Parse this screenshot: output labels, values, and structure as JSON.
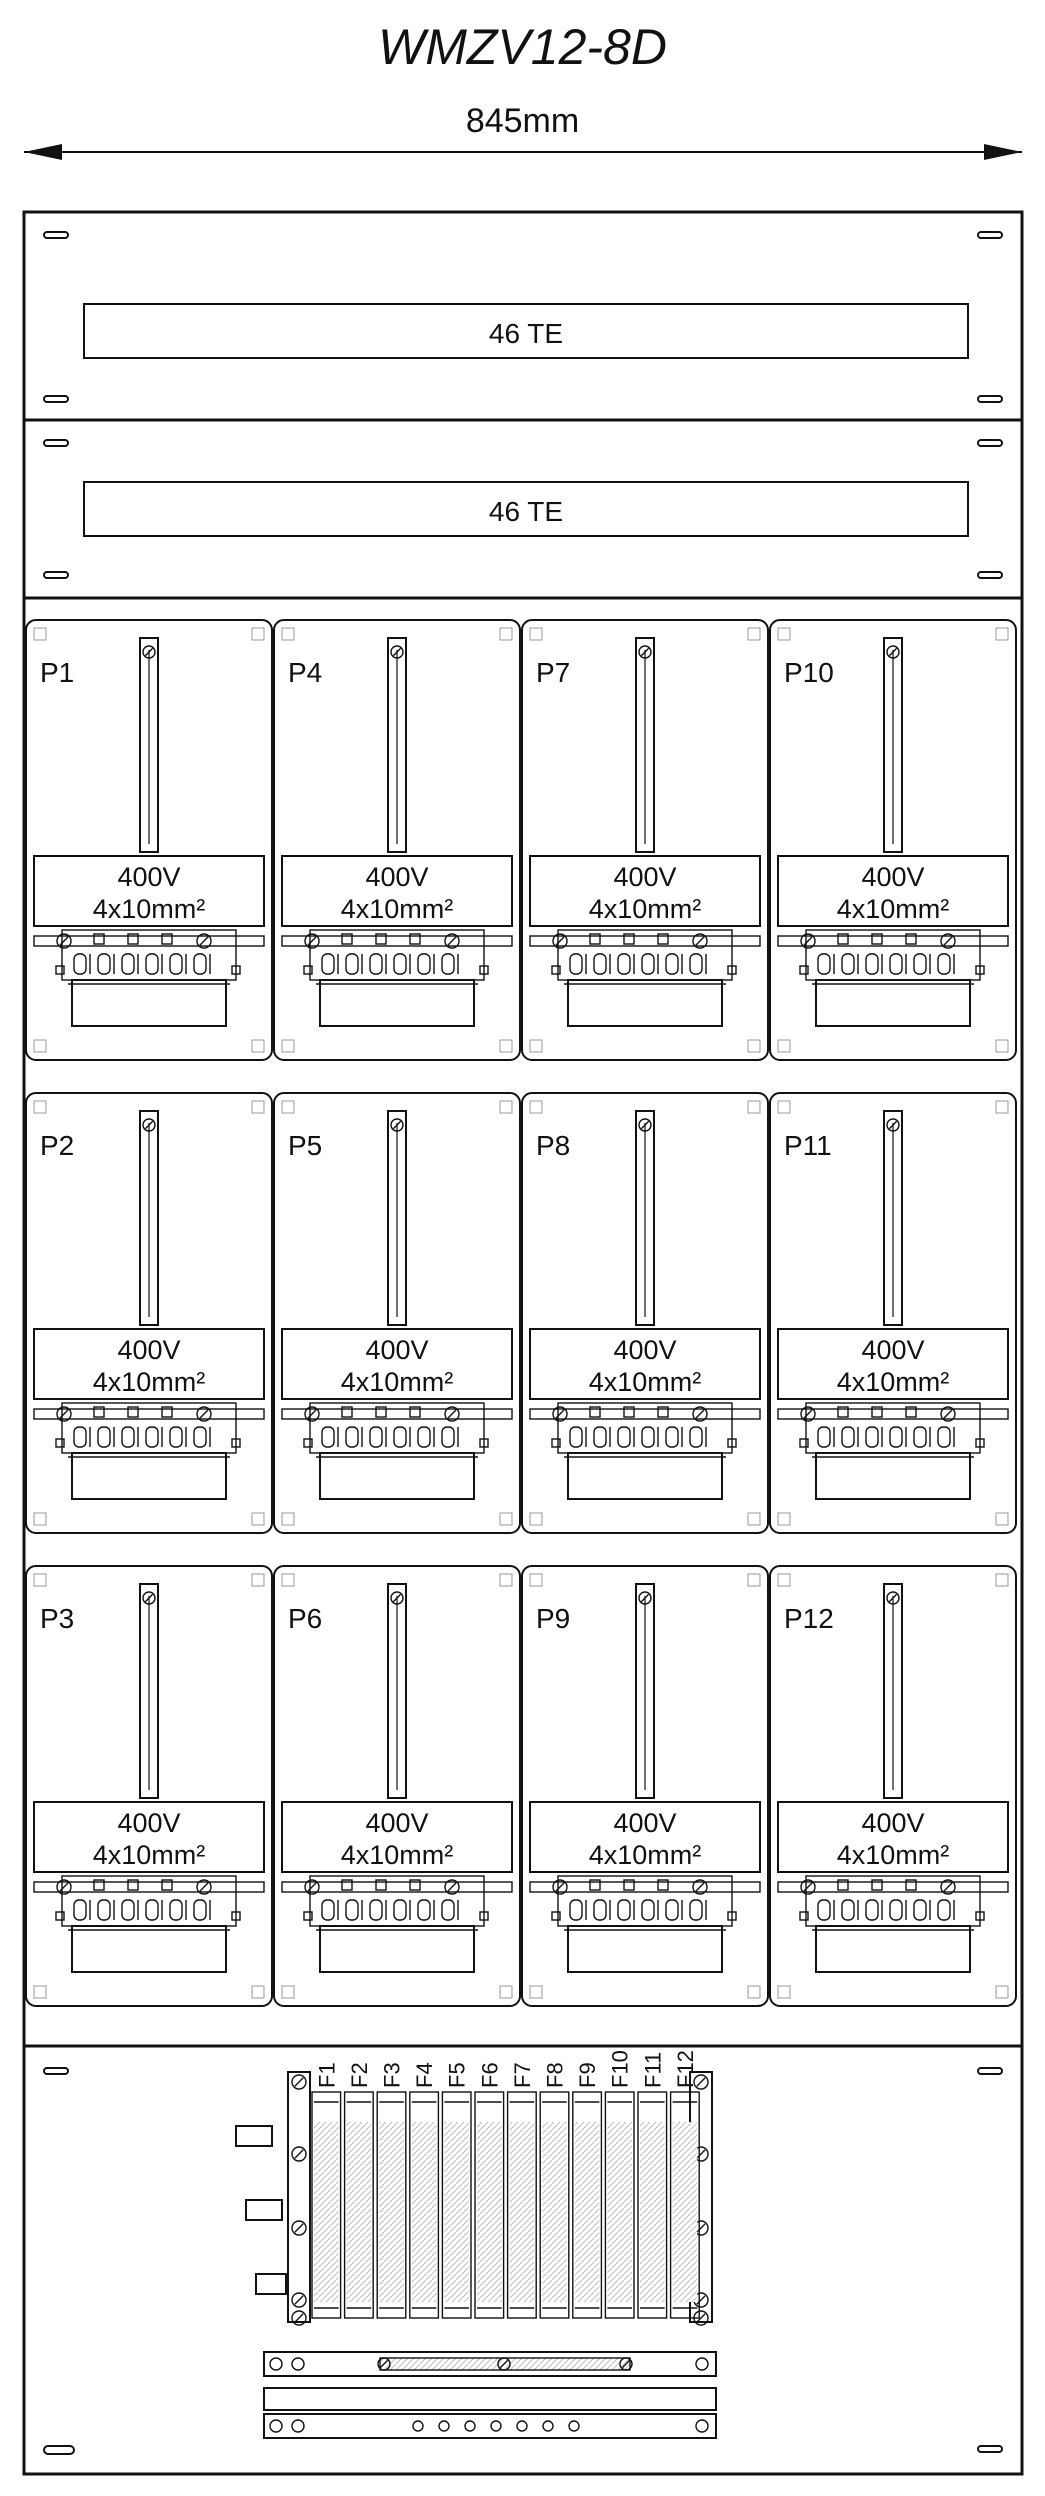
{
  "title": "WMZV12-8D",
  "dimension": "845mm",
  "top_panels": [
    {
      "label": "46 TE"
    },
    {
      "label": "46 TE"
    }
  ],
  "meters": [
    {
      "id": "P1",
      "voltage": "400V",
      "cable": "4x10mm²"
    },
    {
      "id": "P4",
      "voltage": "400V",
      "cable": "4x10mm²"
    },
    {
      "id": "P7",
      "voltage": "400V",
      "cable": "4x10mm²"
    },
    {
      "id": "P10",
      "voltage": "400V",
      "cable": "4x10mm²"
    },
    {
      "id": "P2",
      "voltage": "400V",
      "cable": "4x10mm²"
    },
    {
      "id": "P5",
      "voltage": "400V",
      "cable": "4x10mm²"
    },
    {
      "id": "P8",
      "voltage": "400V",
      "cable": "4x10mm²"
    },
    {
      "id": "P11",
      "voltage": "400V",
      "cable": "4x10mm²"
    },
    {
      "id": "P3",
      "voltage": "400V",
      "cable": "4x10mm²"
    },
    {
      "id": "P6",
      "voltage": "400V",
      "cable": "4x10mm²"
    },
    {
      "id": "P9",
      "voltage": "400V",
      "cable": "4x10mm²"
    },
    {
      "id": "P12",
      "voltage": "400V",
      "cable": "4x10mm²"
    }
  ],
  "fuses": [
    "F1",
    "F2",
    "F3",
    "F4",
    "F5",
    "F6",
    "F7",
    "F8",
    "F9",
    "F10",
    "F11",
    "F12"
  ]
}
